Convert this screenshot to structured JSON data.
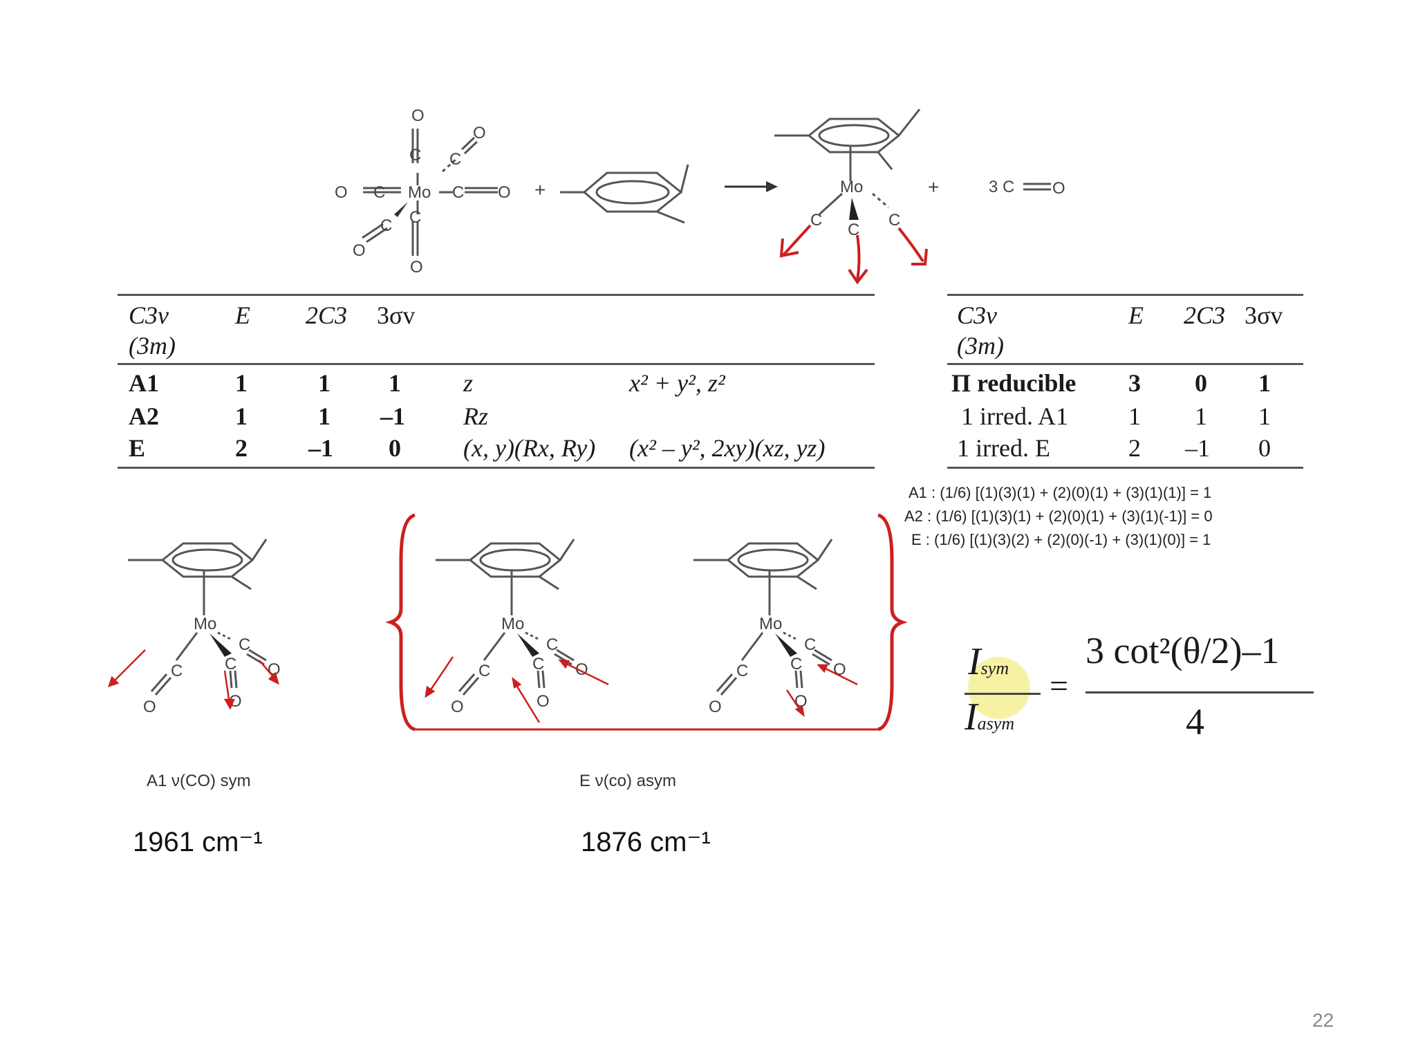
{
  "reaction": {
    "reactant_center": "Mo",
    "ligand_atoms": [
      "C",
      "O"
    ],
    "product_center": "Mo",
    "plus": "+",
    "coproduct": "3 C",
    "coproduct_o": "O"
  },
  "table_left": {
    "header": [
      "C3v",
      "E",
      "2C3",
      "3σv"
    ],
    "header_sub": "(3m)",
    "rows": [
      {
        "label": "A1",
        "E": "1",
        "C3": "1",
        "sv": "1",
        "lin": "z",
        "quad": "x² + y², z²"
      },
      {
        "label": "A2",
        "E": "1",
        "C3": "1",
        "sv": "–1",
        "lin": "Rz",
        "quad": ""
      },
      {
        "label": "E",
        "E": "2",
        "C3": "–1",
        "sv": "0",
        "lin": "(x, y)(Rx, Ry)",
        "quad": "(x² – y², 2xy)(xz, yz)"
      }
    ]
  },
  "table_right": {
    "header": [
      "C3v",
      "E",
      "2C3",
      "3σv"
    ],
    "header_sub": "(3m)",
    "rows": [
      {
        "label": "Π reducible",
        "E": "3",
        "C3": "0",
        "sv": "1"
      },
      {
        "label": "1 irred. A1",
        "E": "1",
        "C3": "1",
        "sv": "1"
      },
      {
        "label": "1 irred. E",
        "E": "2",
        "C3": "–1",
        "sv": "0"
      }
    ]
  },
  "calculations": [
    {
      "label": "A1",
      "text": "(1/6) [(1)(3)(1) + (2)(0)(1) + (3)(1)(1)] = 1"
    },
    {
      "label": "A2",
      "text": "(1/6) [(1)(3)(1) + (2)(0)(1) + (3)(1)(-1)] = 0"
    },
    {
      "label": "E",
      "text": "(1/6) [(1)(3)(2) + (2)(0)(-1) + (3)(1)(0)] = 1"
    }
  ],
  "equation": {
    "lhs_num": "I",
    "lhs_num_sub": "sym",
    "lhs_den": "I",
    "lhs_den_sub": "asym",
    "equals": "=",
    "rhs_num": "3 cot²(θ/2)–1",
    "rhs_den": "4"
  },
  "modes": [
    {
      "label": "A1 ν(CO) sym",
      "freq": "1961 cm⁻¹"
    },
    {
      "label": "E  ν(co) asym",
      "freq": "1876 cm⁻¹"
    }
  ],
  "page_number": "22",
  "colors": {
    "arrow_red": "#cc1f1f",
    "rule": "#555555",
    "blue": "#2233bb"
  }
}
